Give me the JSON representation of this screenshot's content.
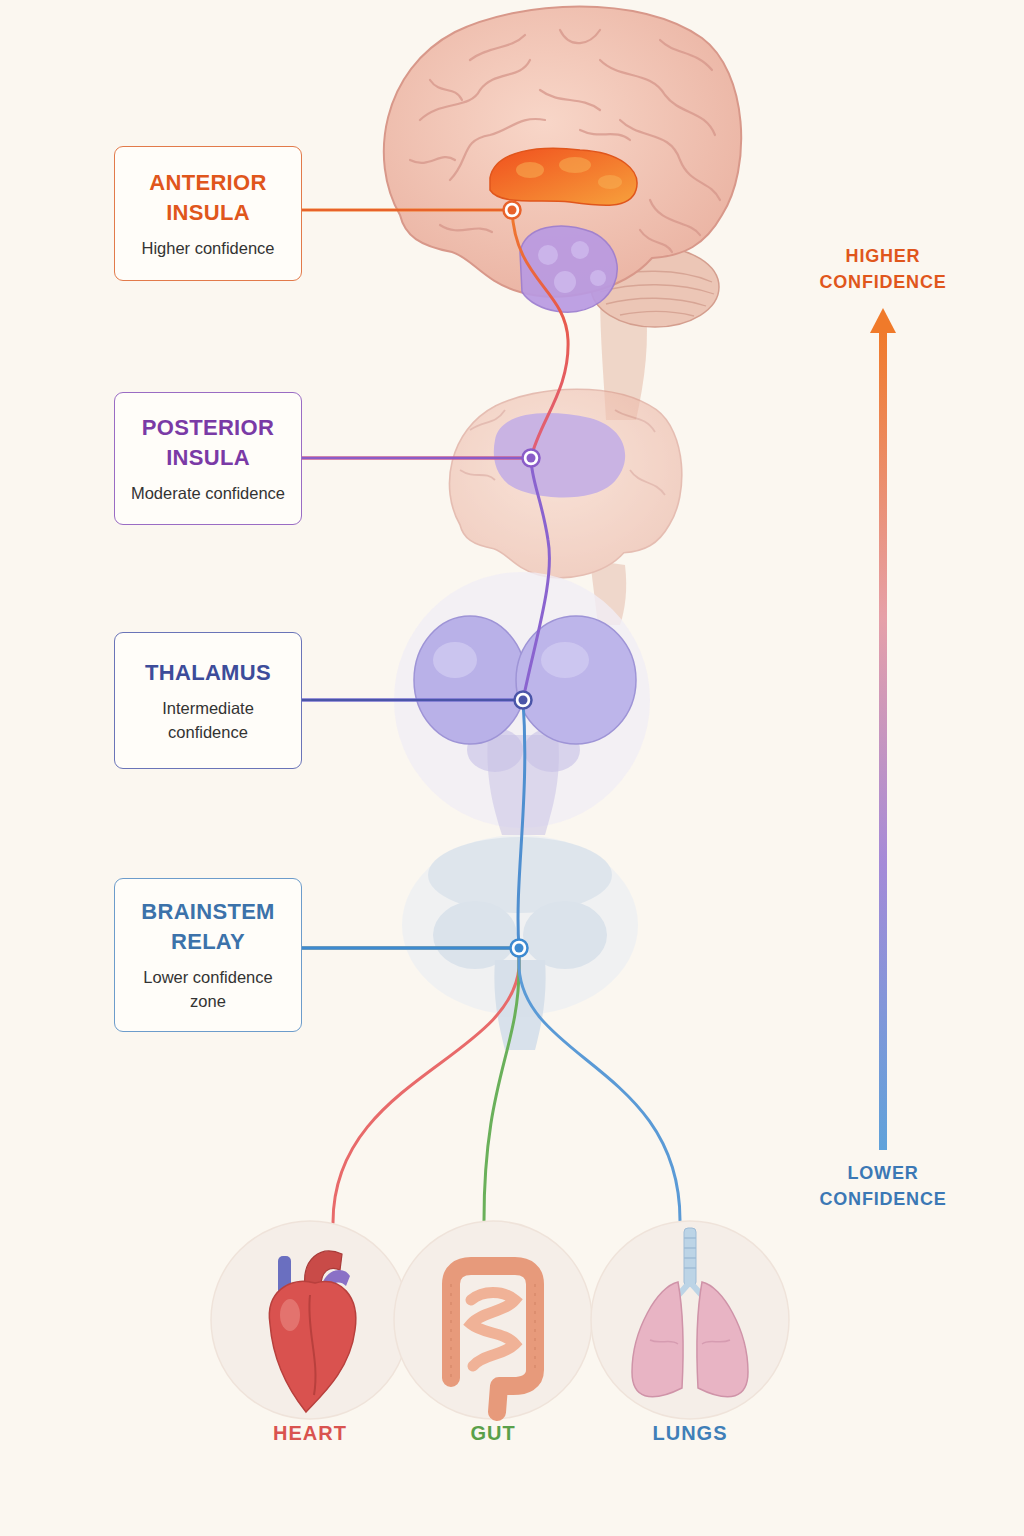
{
  "diagram": {
    "nodes": [
      {
        "text": [
          "ANTERIOR INSULA",
          "Higher confidence"
        ]
      },
      {
        "text": [
          "POSTERIOR INSULA",
          "Moderate confidence"
        ]
      },
      {
        "text": [
          "THALAMUS",
          "Intermediate confidence"
        ]
      },
      {
        "text": [
          "BRAINSTEM RELAY",
          "Lower confidence zone"
        ]
      },
      {
        "text": [
          "HEART"
        ]
      },
      {
        "text": [
          "GUT"
        ]
      },
      {
        "text": [
          "LUNGS"
        ]
      }
    ],
    "edges": [
      {
        "from": 4,
        "to": 3,
        "arrow": "none"
      },
      {
        "from": 5,
        "to": 3,
        "arrow": "none"
      },
      {
        "from": 6,
        "to": 3,
        "arrow": "none"
      },
      {
        "from": 3,
        "to": 2,
        "arrow": "none"
      },
      {
        "from": 2,
        "to": 1,
        "arrow": "none"
      },
      {
        "from": 1,
        "to": 0,
        "arrow": "none"
      }
    ],
    "labels": [
      "HIGHER CONFIDENCE",
      "LOWER CONFIDENCE"
    ]
  }
}
